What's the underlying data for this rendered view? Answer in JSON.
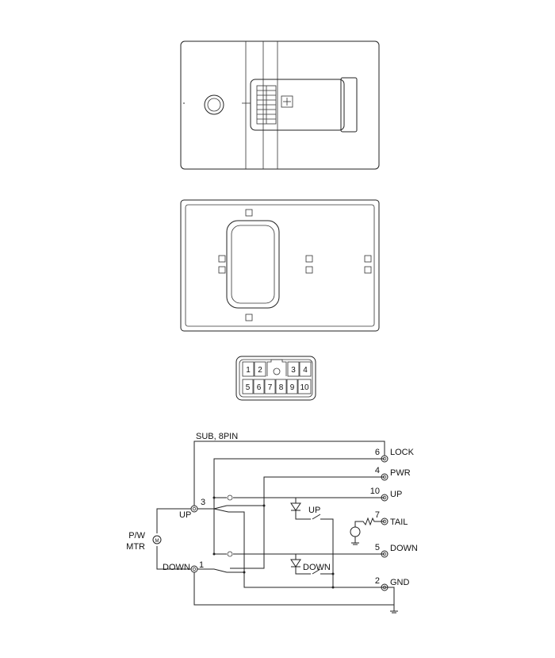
{
  "connector": {
    "pins_top": [
      "1",
      "2",
      "3",
      "4"
    ],
    "pins_bottom": [
      "5",
      "6",
      "7",
      "8",
      "9",
      "10"
    ]
  },
  "schematic": {
    "title": "SUB, 8PIN",
    "motor_label_line1": "P/W",
    "motor_label_line2": "MTR",
    "motor_symbol": "M",
    "left_terminals": [
      {
        "num": "3",
        "label": "UP"
      },
      {
        "num": "1",
        "label": "DOWN"
      }
    ],
    "right_terminals": [
      {
        "num": "6",
        "label": "LOCK"
      },
      {
        "num": "4",
        "label": "PWR"
      },
      {
        "num": "10",
        "label": "UP"
      },
      {
        "num": "7",
        "label": "TAIL"
      },
      {
        "num": "5",
        "label": "DOWN"
      },
      {
        "num": "2",
        "label": "GND"
      }
    ],
    "switch_up_label": "UP",
    "switch_down_label": "DOWN"
  }
}
